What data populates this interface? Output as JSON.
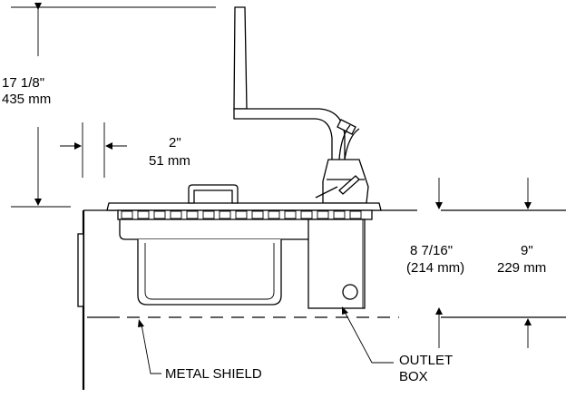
{
  "dimensions": {
    "height_total": {
      "imperial": "17  1/8\"",
      "metric": "435 mm"
    },
    "offset": {
      "imperial": "2\"",
      "metric": "51 mm"
    },
    "inner_depth": {
      "imperial": "8  7/16\"",
      "metric": "(214 mm)"
    },
    "outer_depth": {
      "imperial": "9\"",
      "metric": "229 mm"
    }
  },
  "labels": {
    "metal_shield": "METAL SHIELD",
    "outlet_line1": "OUTLET",
    "outlet_line2": "BOX"
  },
  "colors": {
    "line": "#000000",
    "background": "#ffffff"
  }
}
